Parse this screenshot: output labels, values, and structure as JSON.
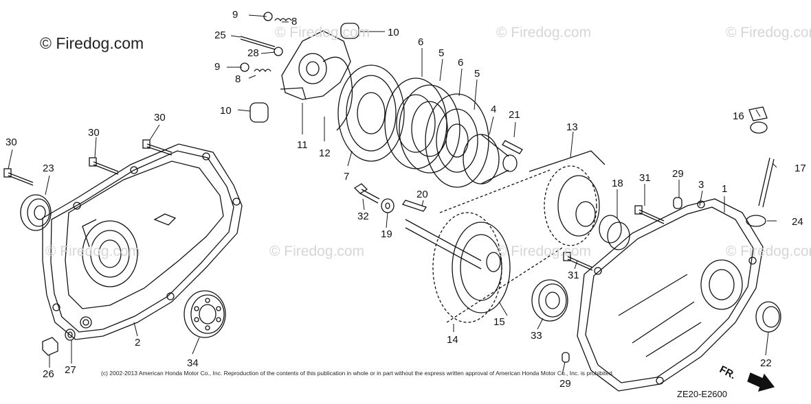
{
  "diagram": {
    "watermark_main": "© Firedog.com",
    "watermark_faint": "© Firedog.com",
    "copyright": "(c) 2002-2013 American Honda Motor Co., Inc. Reproduction of the contents of this publication in whole or in part without the express written approval of American Honda Motor Co., Inc. is prohibited.",
    "diagram_code": "ZE20-E2600",
    "direction_label": "FR.",
    "callouts": {
      "c1": "1",
      "c2": "2",
      "c3": "3",
      "c4": "4",
      "c5a": "5",
      "c5b": "5",
      "c6a": "6",
      "c6b": "6",
      "c7": "7",
      "c8a": "8",
      "c8b": "8",
      "c9a": "9",
      "c9b": "9",
      "c10a": "10",
      "c10b": "10",
      "c11": "11",
      "c12": "12",
      "c13": "13",
      "c14": "14",
      "c15": "15",
      "c16": "16",
      "c17": "17",
      "c18": "18",
      "c19": "19",
      "c20": "20",
      "c21": "21",
      "c22": "22",
      "c23": "23",
      "c24": "24",
      "c25": "25",
      "c26": "26",
      "c27": "27",
      "c28": "28",
      "c29a": "29",
      "c29b": "29",
      "c30a": "30",
      "c30b": "30",
      "c30c": "30",
      "c31a": "31",
      "c31b": "31",
      "c32": "32",
      "c33": "33",
      "c34": "34"
    }
  }
}
